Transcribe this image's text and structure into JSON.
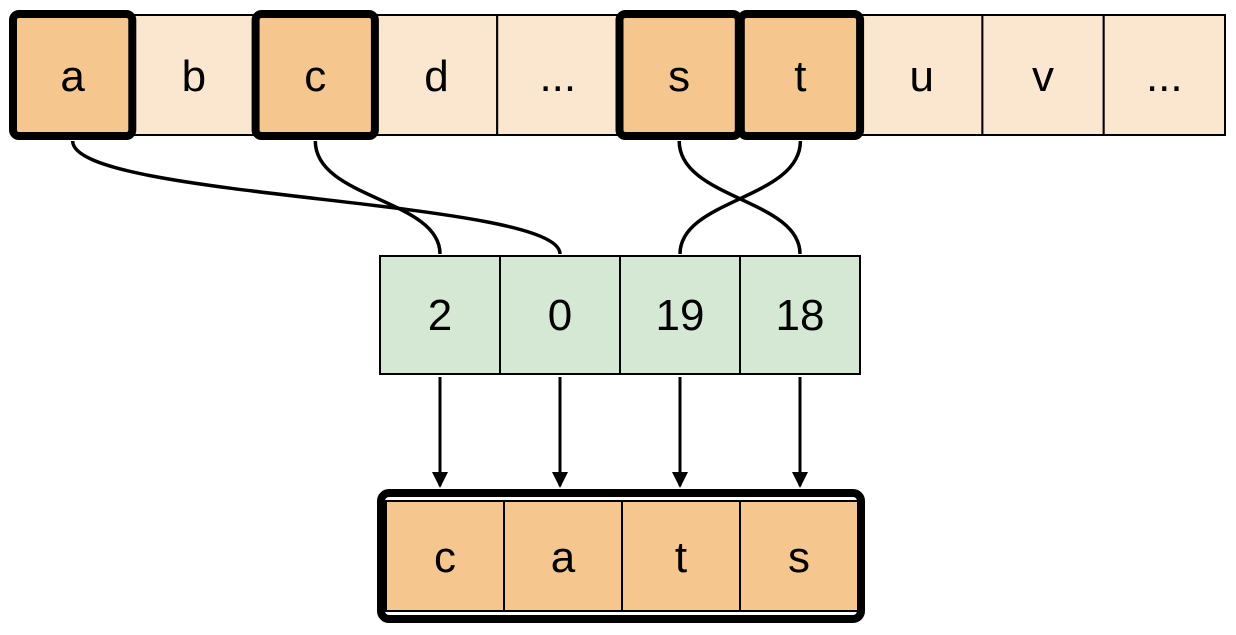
{
  "diagram": {
    "description": "character-to-index encoding of the word cats",
    "top_row": {
      "cells": [
        {
          "label": "a",
          "highlighted": true
        },
        {
          "label": "b",
          "highlighted": false
        },
        {
          "label": "c",
          "highlighted": true
        },
        {
          "label": "d",
          "highlighted": false
        },
        {
          "label": "...",
          "highlighted": false
        },
        {
          "label": "s",
          "highlighted": true
        },
        {
          "label": "t",
          "highlighted": true
        },
        {
          "label": "u",
          "highlighted": false
        },
        {
          "label": "v",
          "highlighted": false
        },
        {
          "label": "...",
          "highlighted": false
        }
      ]
    },
    "index_row": {
      "cells": [
        {
          "value": "2"
        },
        {
          "value": "0"
        },
        {
          "value": "19"
        },
        {
          "value": "18"
        }
      ]
    },
    "output_row": {
      "cells": [
        {
          "label": "c"
        },
        {
          "label": "a"
        },
        {
          "label": "t"
        },
        {
          "label": "s"
        }
      ]
    },
    "connectors": {
      "curved": [
        {
          "from": "a",
          "to": "0"
        },
        {
          "from": "c",
          "to": "2"
        },
        {
          "from": "s",
          "to": "18"
        },
        {
          "from": "t",
          "to": "19"
        }
      ],
      "straight": [
        {
          "from": "2",
          "to": "c"
        },
        {
          "from": "0",
          "to": "a"
        },
        {
          "from": "19",
          "to": "t"
        },
        {
          "from": "18",
          "to": "s"
        }
      ]
    },
    "colors": {
      "light_cell": "#fbe7cf",
      "highlight_cell": "#f5c78e",
      "index_cell": "#d5e8d4",
      "line": "#000000",
      "background": "#ffffff"
    }
  }
}
